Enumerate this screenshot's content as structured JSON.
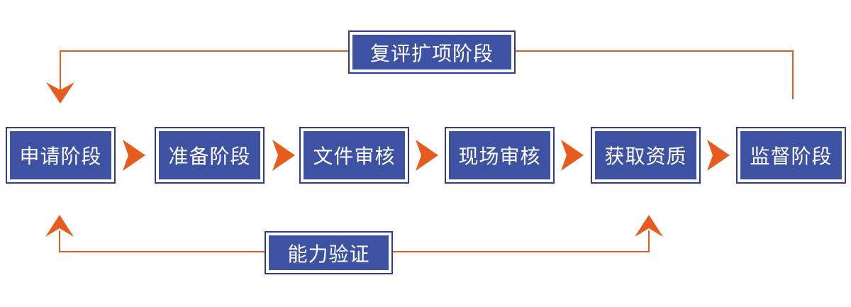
{
  "colors": {
    "box_fill": "#3d52a3",
    "box_border": "#2e3a94",
    "box_inner_ring": "#ffffff",
    "text": "#ffffff",
    "arrow_orange": "#e65c1e",
    "background": "#ffffff"
  },
  "stages": [
    {
      "label": "申请阶段"
    },
    {
      "label": "准备阶段"
    },
    {
      "label": "文件审核"
    },
    {
      "label": "现场审核"
    },
    {
      "label": "获取资质"
    },
    {
      "label": "监督阶段"
    }
  ],
  "loops": {
    "top": {
      "label": "复评扩项阶段",
      "from_stage": "监督阶段",
      "to_stage": "申请阶段"
    },
    "bottom": {
      "label": "能力验证",
      "connects": [
        "申请阶段",
        "获取资质"
      ]
    }
  }
}
